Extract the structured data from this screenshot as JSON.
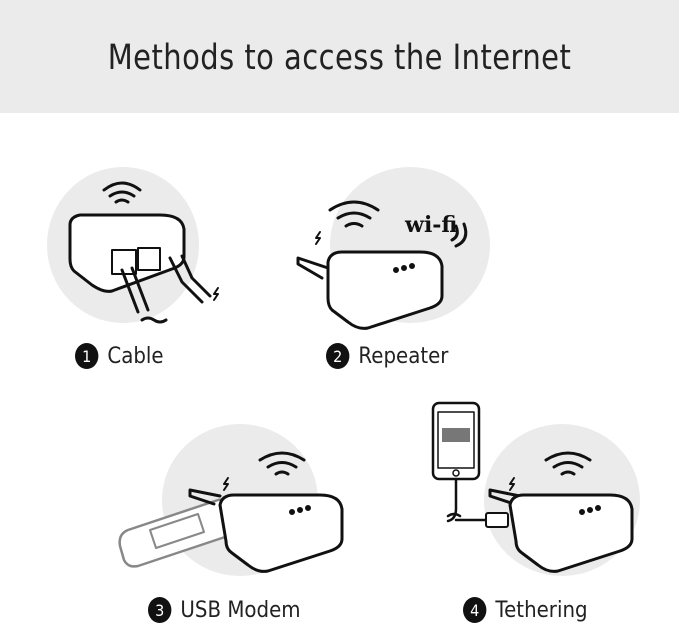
{
  "header": {
    "title": "Methods to access the Internet"
  },
  "methods": [
    {
      "number": "1",
      "label": "Cable"
    },
    {
      "number": "2",
      "label": "Repeater"
    },
    {
      "number": "3",
      "label": "USB Modem"
    },
    {
      "number": "4",
      "label": "Tethering"
    }
  ],
  "wifi_logo": "wi-fi",
  "colors": {
    "header_bg": "#ebebeb",
    "circle_bg": "#ebebeb",
    "ink": "#111111"
  }
}
